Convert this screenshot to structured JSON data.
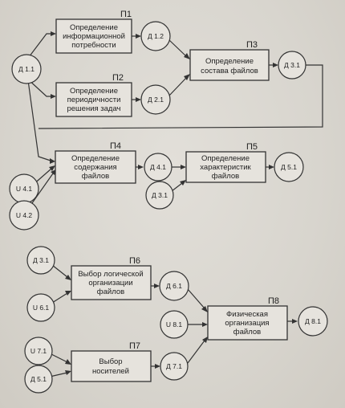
{
  "processes": {
    "p1": {
      "id": "П1",
      "lines": [
        "Определение",
        "информационной",
        "потребности"
      ]
    },
    "p2": {
      "id": "П2",
      "lines": [
        "Определение",
        "периодичности",
        "решения задач"
      ]
    },
    "p3": {
      "id": "П3",
      "lines": [
        "Определение",
        "состава файлов"
      ]
    },
    "p4": {
      "id": "П4",
      "lines": [
        "Определение",
        "содержания",
        "файлов"
      ]
    },
    "p5": {
      "id": "П5",
      "lines": [
        "Определение",
        "характеристик",
        "файлов"
      ]
    },
    "p6": {
      "id": "П6",
      "lines": [
        "Выбор логической",
        "организации",
        "файлов"
      ]
    },
    "p7": {
      "id": "П7",
      "lines": [
        "Выбор",
        "носителей"
      ]
    },
    "p8": {
      "id": "П8",
      "lines": [
        "Физическая",
        "организация",
        "файлов"
      ]
    }
  },
  "nodes": {
    "d11": "Д 1.1",
    "d12": "Д 1.2",
    "d21": "Д 2.1",
    "d31": "Д 3.1",
    "d41": "Д 4.1",
    "d51": "Д 5.1",
    "d31b": "Д 3.1",
    "u41": "U 4.1",
    "u42": "U 4.2",
    "d31c": "Д 3.1",
    "u61": "U 6.1",
    "d61": "Д 6.1",
    "u81": "U 8.1",
    "d81": "Д 8.1",
    "u71": "U 7.1",
    "d51b": "Д 5.1",
    "d71": "Д 7.1"
  }
}
